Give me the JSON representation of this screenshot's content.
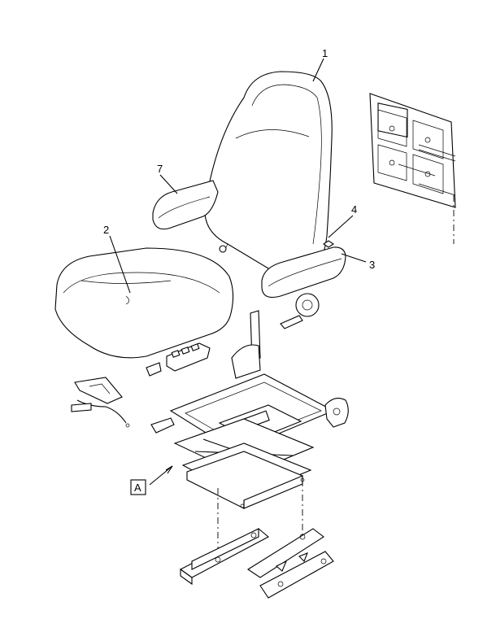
{
  "diagram": {
    "callouts": [
      {
        "id": "c1",
        "label": "1"
      },
      {
        "id": "c2",
        "label": "2"
      },
      {
        "id": "c3",
        "label": "3"
      },
      {
        "id": "c4",
        "label": "4"
      },
      {
        "id": "c7",
        "label": "7"
      }
    ],
    "view_tag": "A"
  }
}
